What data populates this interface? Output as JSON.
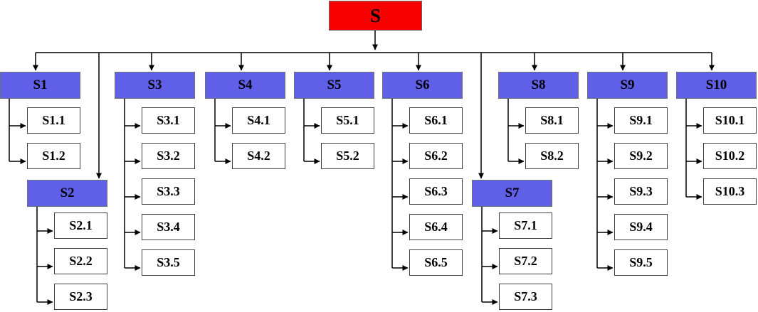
{
  "chart": {
    "type": "tree-diagram",
    "root": {
      "label": "S"
    },
    "branches": [
      {
        "label": "S1",
        "children": [
          "S1.1",
          "S1.2"
        ]
      },
      {
        "label": "S2",
        "children": [
          "S2.1",
          "S2.2",
          "S2.3"
        ]
      },
      {
        "label": "S3",
        "children": [
          "S3.1",
          "S3.2",
          "S3.3",
          "S3.4",
          "S3.5"
        ]
      },
      {
        "label": "S4",
        "children": [
          "S4.1",
          "S4.2"
        ]
      },
      {
        "label": "S5",
        "children": [
          "S5.1",
          "S5.2"
        ]
      },
      {
        "label": "S6",
        "children": [
          "S6.1",
          "S6.2",
          "S6.3",
          "S6.4",
          "S6.5"
        ]
      },
      {
        "label": "S7",
        "children": [
          "S7.1",
          "S7.2",
          "S7.3"
        ]
      },
      {
        "label": "S8",
        "children": [
          "S8.1",
          "S8.2"
        ]
      },
      {
        "label": "S9",
        "children": [
          "S9.1",
          "S9.2",
          "S9.3",
          "S9.4",
          "S9.5"
        ]
      },
      {
        "label": "S10",
        "children": [
          "S10.1",
          "S10.2",
          "S10.3"
        ]
      }
    ],
    "colors": {
      "root_fill": "#f70000",
      "branch_fill": "#5f5fe8",
      "leaf_fill": "#ffffff",
      "line": "#000000"
    }
  }
}
